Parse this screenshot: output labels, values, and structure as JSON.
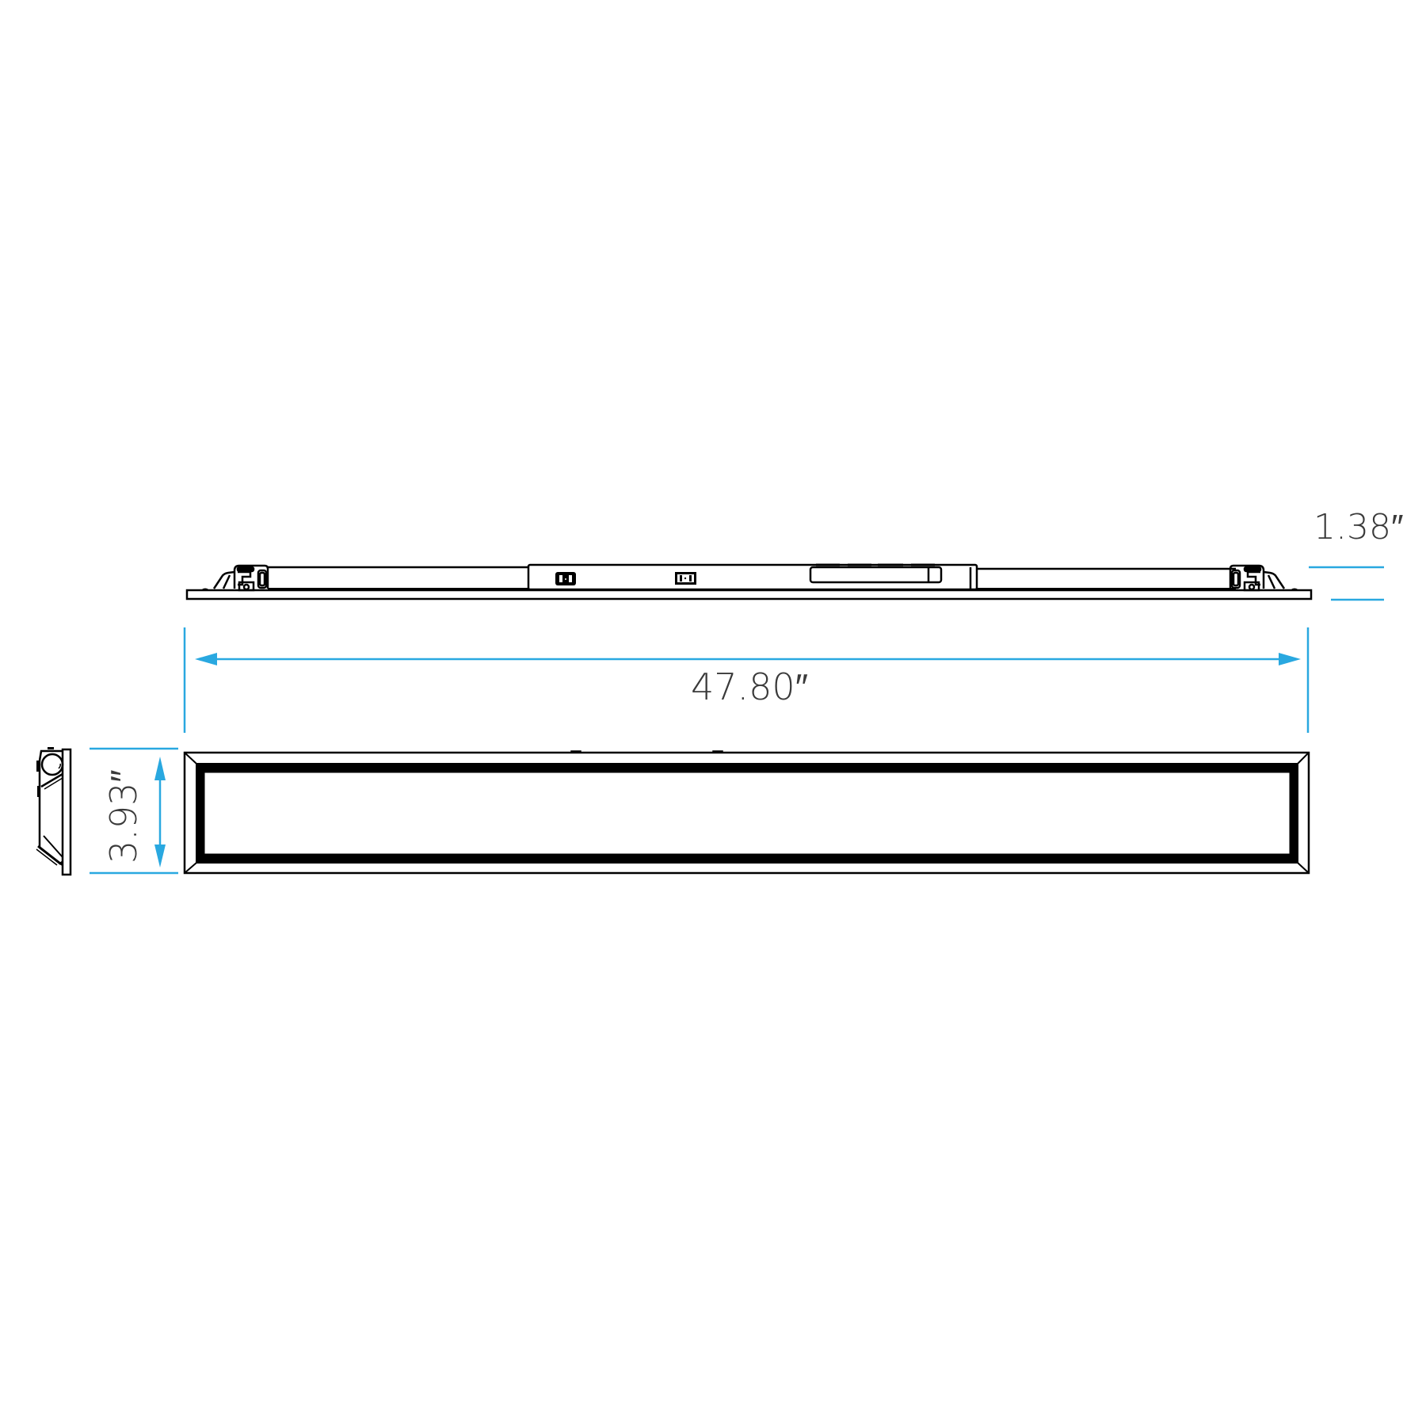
{
  "drawing": {
    "title": "Linear recessed fixture dimension drawing",
    "dimensions": {
      "length": "47.80″",
      "width": "3.93″",
      "height": "1.38″"
    },
    "colors": {
      "dimension_line": "#29a8e0",
      "outline": "#000000",
      "text": "#3a3a3a"
    }
  }
}
